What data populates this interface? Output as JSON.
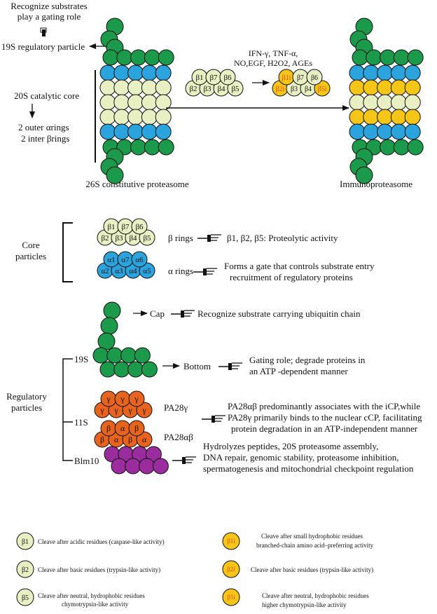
{
  "top": {
    "recognize_line1": "Recognize substrates",
    "recognize_line2": "play a gating role",
    "rp19s": "19S regulatory particle",
    "core20s": "20S catalytic core",
    "outer_rings": "2 outer αrings",
    "inner_rings": "2 inter βrings",
    "constitutive": "26S constitutive proteasome",
    "immuno": "Immunoproteasome",
    "stimuli_line1": "IFN-γ, TNF-α,",
    "stimuli_line2": "NO,EGF, H2O2, AGEs",
    "beta_ring": [
      "β1",
      "β7",
      "β6",
      "β2",
      "β3",
      "β4",
      "β5"
    ],
    "immuno_ring": [
      "β1i",
      "β7",
      "β6",
      "β2i",
      "β3",
      "β4",
      "β5i"
    ]
  },
  "core": {
    "label_line1": "Core",
    "label_line2": "particles",
    "beta_rings": "β rings",
    "beta_desc": "β1, β2, β5: Proteolytic activity",
    "alpha_rings": "α rings",
    "alpha_desc_line1": "Forms a gate that controls substrate entry",
    "alpha_desc_line2": "recruitment of regulatory proteins",
    "beta_subunits": [
      "β1",
      "β7",
      "β6",
      "β2",
      "β3",
      "β4",
      "β5"
    ],
    "alpha_subunits": [
      "α1",
      "α7",
      "α6",
      "α2",
      "α3",
      "α4",
      "α5"
    ]
  },
  "regulatory": {
    "label_line1": "Regulatory",
    "label_line2": "particles",
    "s19": "19S",
    "cap": "Cap",
    "cap_desc": "Recognize substrate carrying ubiquitin chain",
    "bottom": "Bottom",
    "bottom_desc_line1": "Gating role; degrade proteins in",
    "bottom_desc_line2": "an ATP -dependent manner",
    "s11": "11S",
    "pa28g": "PA28γ",
    "pa28ab": "PA28αβ",
    "pa28_desc_line1": "PA28αβ predominantly associates with the iCP,while",
    "pa28_desc_line2": "PA28γ primarily binds to the nuclear cCP, facilitating",
    "pa28_desc_line3": "protein degradation in an ATP-independent manner",
    "gamma_subunits": [
      "γ",
      "γ",
      "γ",
      "γ",
      "γ",
      "γ",
      "γ"
    ],
    "ab_subunits": [
      "β",
      "α",
      "β",
      "β",
      "α",
      "β",
      "α"
    ],
    "blm10": "Blm10",
    "blm10_desc_line1": "Hydrolyzes peptides, 20S proteasome assembly,",
    "blm10_desc_line2": "DNA repair, genomic stability, proteasome inhibition,",
    "blm10_desc_line3": "spermatogenesis and mitochondrial checkpoint regulation"
  },
  "legend": [
    {
      "symbol": "β1",
      "line1": "Cleave after acidic residues (caspase-like activity)",
      "line2": ""
    },
    {
      "symbol": "β2",
      "line1": "Cleave after basic residues (trypsin-like activity)",
      "line2": ""
    },
    {
      "symbol": "β5",
      "line1": "Cleave after neutral, hydrophobic residues",
      "line2": "chymotrypsin-like activity"
    },
    {
      "symbol": "β1i",
      "line1": "Cleave after small hydrophobic residues",
      "line2": "branched-chain amino acid–preferring activity"
    },
    {
      "symbol": "β2i",
      "line1": "Cleave after basic residues (trypsin-like activity)",
      "line2": ""
    },
    {
      "symbol": "β5i",
      "line1": "Cleave after neutral, hydrophobic residues",
      "line2": "higher chymotrypsin-like activity"
    }
  ],
  "colors": {
    "green": "#1a9a4a",
    "pale": "#e8efc3",
    "blue": "#2ba3dc",
    "yellow": "#f5c518",
    "orange": "#e8641e",
    "purple": "#9b2c9e"
  }
}
